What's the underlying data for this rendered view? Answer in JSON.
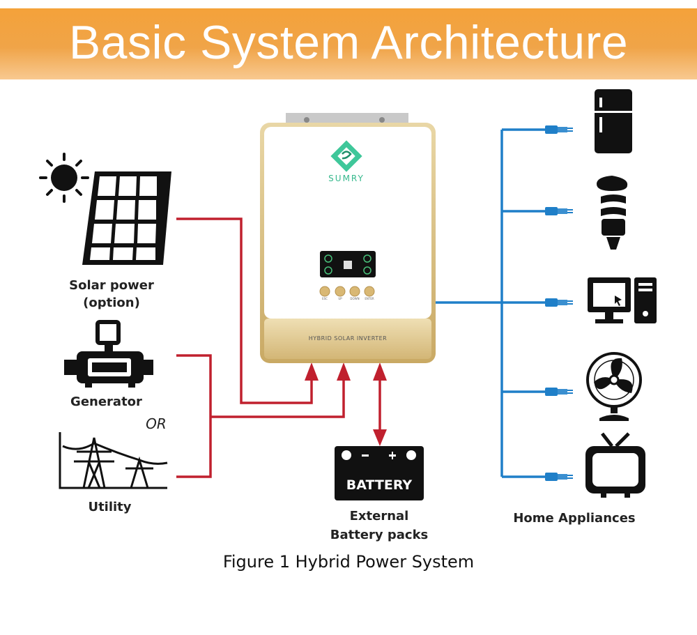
{
  "banner": {
    "title": "Basic System Architecture"
  },
  "inverter": {
    "brand": "SUMRY",
    "model_label": "HYBRID SOLAR INVERTER",
    "buttons": [
      "ESC",
      "UP",
      "DOWN",
      "ENTER"
    ]
  },
  "sources": {
    "solar": {
      "label_line1": "Solar power",
      "label_line2": "(option)"
    },
    "generator": {
      "label": "Generator"
    },
    "or_text": "OR",
    "utility": {
      "label": "Utility"
    }
  },
  "battery": {
    "badge": "BATTERY",
    "label_line1": "External",
    "label_line2": "Battery packs"
  },
  "appliances": {
    "label": "Home Appliances",
    "items": [
      "refrigerator",
      "light-bulb",
      "computer",
      "fan",
      "television"
    ]
  },
  "caption": "Figure 1 Hybrid Power System",
  "colors": {
    "banner": "#f4a23a",
    "input_line": "#c0202e",
    "output_line": "#1f7fc8",
    "inverter_gold": "#d8bd7e"
  }
}
